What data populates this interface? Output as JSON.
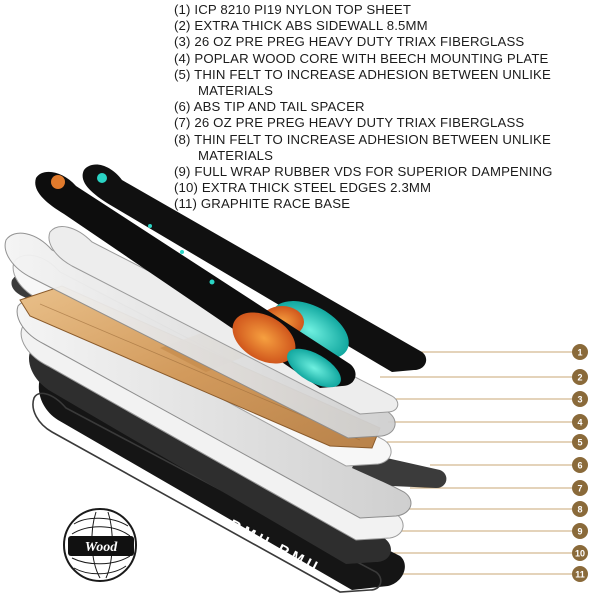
{
  "legend": [
    {
      "text": "(1) ICP 8210 PI19 NYLON TOP SHEET"
    },
    {
      "text": "(2) EXTRA THICK ABS SIDEWALL 8.5MM"
    },
    {
      "text": "(3) 26 OZ PRE PREG HEAVY DUTY TRIAX FIBERGLASS"
    },
    {
      "text": "(4) POPLAR WOOD CORE WITH BEECH MOUNTING PLATE"
    },
    {
      "text": "(5) THIN FELT TO INCREASE ADHESION BETWEEN UNLIKE",
      "cont": "MATERIALS"
    },
    {
      "text": "(6) ABS TIP AND TAIL SPACER"
    },
    {
      "text": "(7) 26 OZ PRE PREG HEAVY DUTY TRIAX FIBERGLASS"
    },
    {
      "text": "(8) THIN FELT TO INCREASE ADHESION BETWEEN UNLIKE",
      "cont": "MATERIALS"
    },
    {
      "text": "(9) FULL WRAP RUBBER VDS FOR SUPERIOR DAMPENING"
    },
    {
      "text": "(10) EXTRA THICK STEEL EDGES 2.3MM"
    },
    {
      "text": "(11) GRAPHITE RACE BASE"
    }
  ],
  "markers": [
    "1",
    "2",
    "3",
    "4",
    "5",
    "6",
    "7",
    "8",
    "9",
    "10",
    "11"
  ],
  "badge": {
    "label": "Wood"
  },
  "base_graphic": {
    "text": "RMU  RMU"
  },
  "colors": {
    "marker": "#8a6a3a",
    "leader": "#c9a774",
    "topsheet": "#101010",
    "teal": "#2ad4c4",
    "orange": "#e07a2c",
    "wood": "#d9a86a",
    "rubber": "#2a2a2a",
    "steel": "#3a3a3a"
  }
}
